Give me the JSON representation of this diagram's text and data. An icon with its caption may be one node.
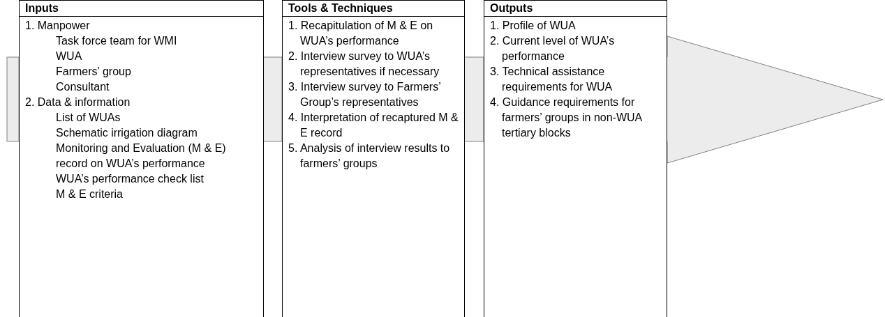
{
  "diagram": {
    "nodes": [
      {
        "text": [
          "Inputs",
          "1. Manpower",
          "Task force team for WMI",
          "WUA",
          "Farmers’ group",
          "Consultant",
          "2. Data & information",
          "List of WUAs",
          "Schematic irrigation diagram",
          "Monitoring and Evaluation (M & E) record on WUA’s performance",
          "WUA’s performance check list",
          "M & E criteria"
        ]
      },
      {
        "text": [
          "Tools & Techniques",
          "1. Recapitulation of M & E on WUA’s performance",
          "2. Interview survey to WUA’s representatives if necessary",
          "3. Interview survey to Farmers’ Group’s representatives",
          "4. Interpretation of recaptured M & E record",
          "5. Analysis of interview results to farmers’ groups"
        ]
      },
      {
        "text": [
          "Outputs",
          "1. Profile of WUA",
          "2. Current level of WUA’s performance",
          "3. Technical assistance requirements for WUA",
          "4. Guidance requirements for farmers’ groups in non-WUA tertiary blocks"
        ]
      }
    ],
    "edges": [
      {
        "from": null,
        "to": 0,
        "arrow": "none"
      },
      {
        "from": 0,
        "to": 1,
        "arrow": "none"
      },
      {
        "from": 1,
        "to": 2,
        "arrow": "none"
      },
      {
        "from": 2,
        "to": null,
        "arrow": "to"
      }
    ]
  }
}
